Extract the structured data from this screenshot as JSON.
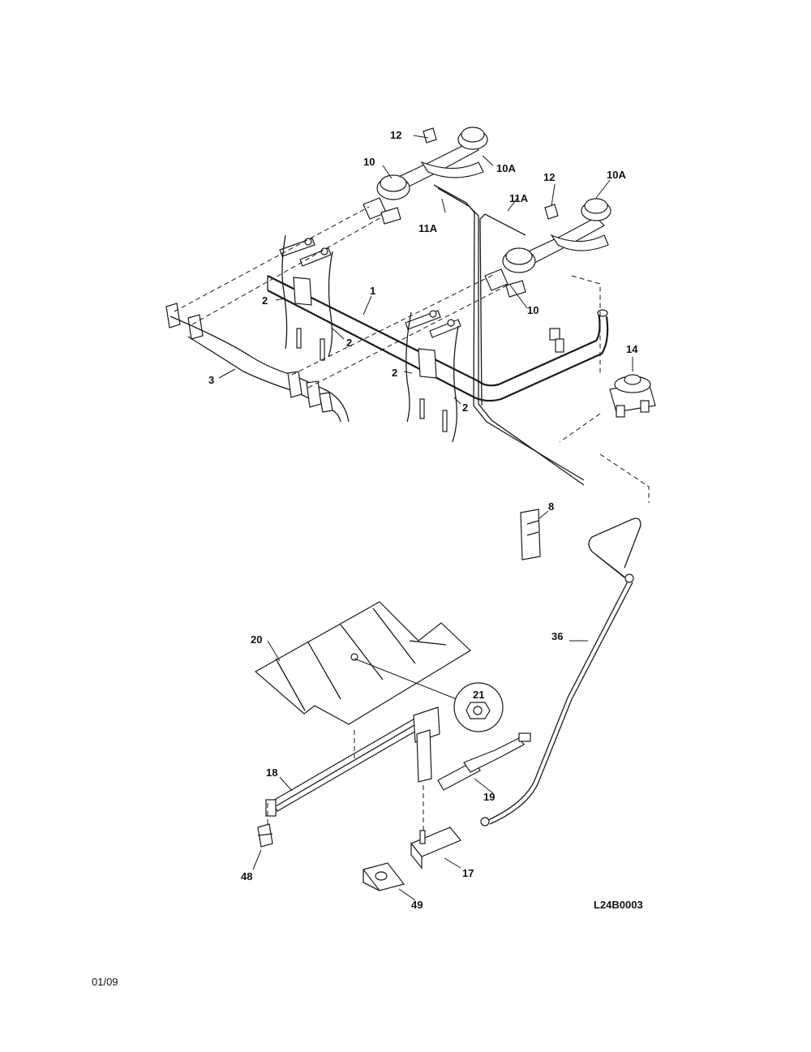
{
  "labels": {
    "p1": "1",
    "p2a": "2",
    "p2b": "2",
    "p2c": "2",
    "p2d": "2",
    "p3": "3",
    "p8": "8",
    "p10a": "10",
    "p10b": "10",
    "p10Aa": "10A",
    "p10Ab": "10A",
    "p11Aa": "11A",
    "p11Ab": "11A",
    "p12a": "12",
    "p12b": "12",
    "p14": "14",
    "p17": "17",
    "p18": "18",
    "p19": "19",
    "p20": "20",
    "p21": "21",
    "p36": "36",
    "p48": "48",
    "p49": "49"
  },
  "diagram_code": "L24B0003",
  "date": "01/09"
}
